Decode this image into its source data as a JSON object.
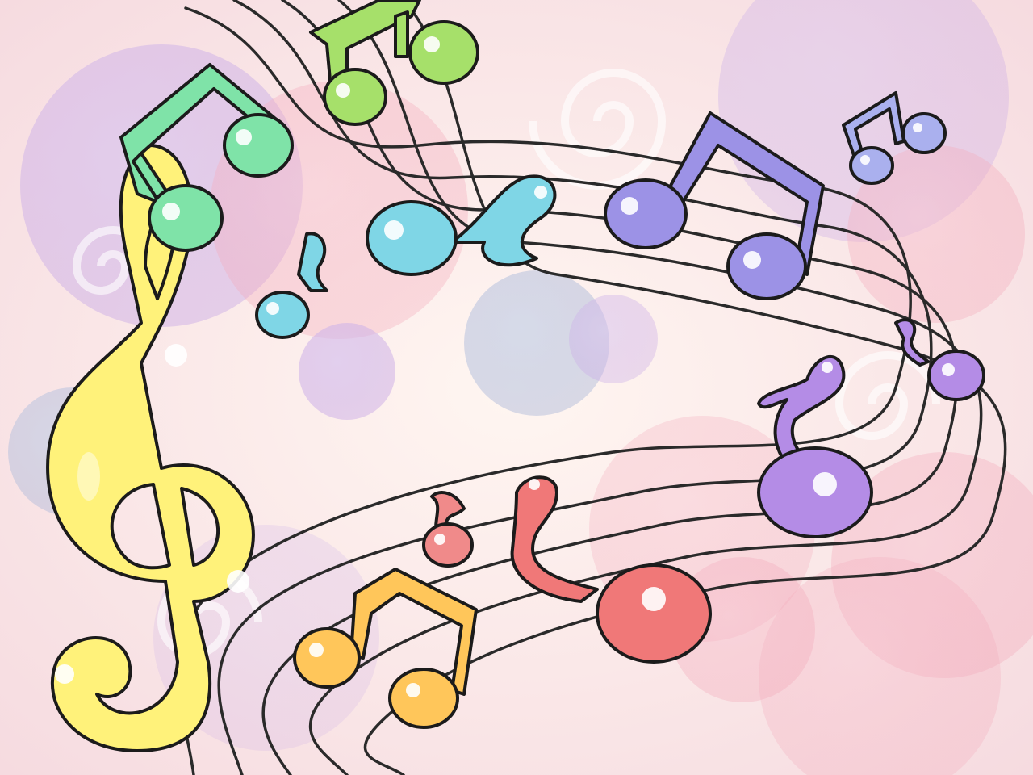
{
  "scene": {
    "background": "#fbe7df",
    "palette": {
      "green": "#7fe3a8",
      "lime": "#a6e06a",
      "cyan": "#7fd6e6",
      "violet": "#9c92e6",
      "lavender": "#b48ce6",
      "pink": "#f07878",
      "rose": "#f08a8a",
      "orange": "#ffc65a",
      "yellow": "#fff27a",
      "staff_line": "#2a2a2a"
    },
    "objects": [
      {
        "kind": "treble-clef",
        "color": "yellow"
      },
      {
        "kind": "beamed-eighth-notes",
        "color": "green"
      },
      {
        "kind": "beamed-eighth-notes",
        "color": "lime"
      },
      {
        "kind": "eighth-note",
        "color": "cyan"
      },
      {
        "kind": "eighth-note",
        "color": "cyan"
      },
      {
        "kind": "beamed-eighth-notes",
        "color": "violet"
      },
      {
        "kind": "beamed-eighth-notes",
        "color": "violet"
      },
      {
        "kind": "eighth-note",
        "color": "lavender"
      },
      {
        "kind": "eighth-note",
        "color": "lavender"
      },
      {
        "kind": "eighth-note",
        "color": "pink"
      },
      {
        "kind": "eighth-note",
        "color": "rose"
      },
      {
        "kind": "beamed-eighth-notes",
        "color": "orange"
      }
    ]
  }
}
